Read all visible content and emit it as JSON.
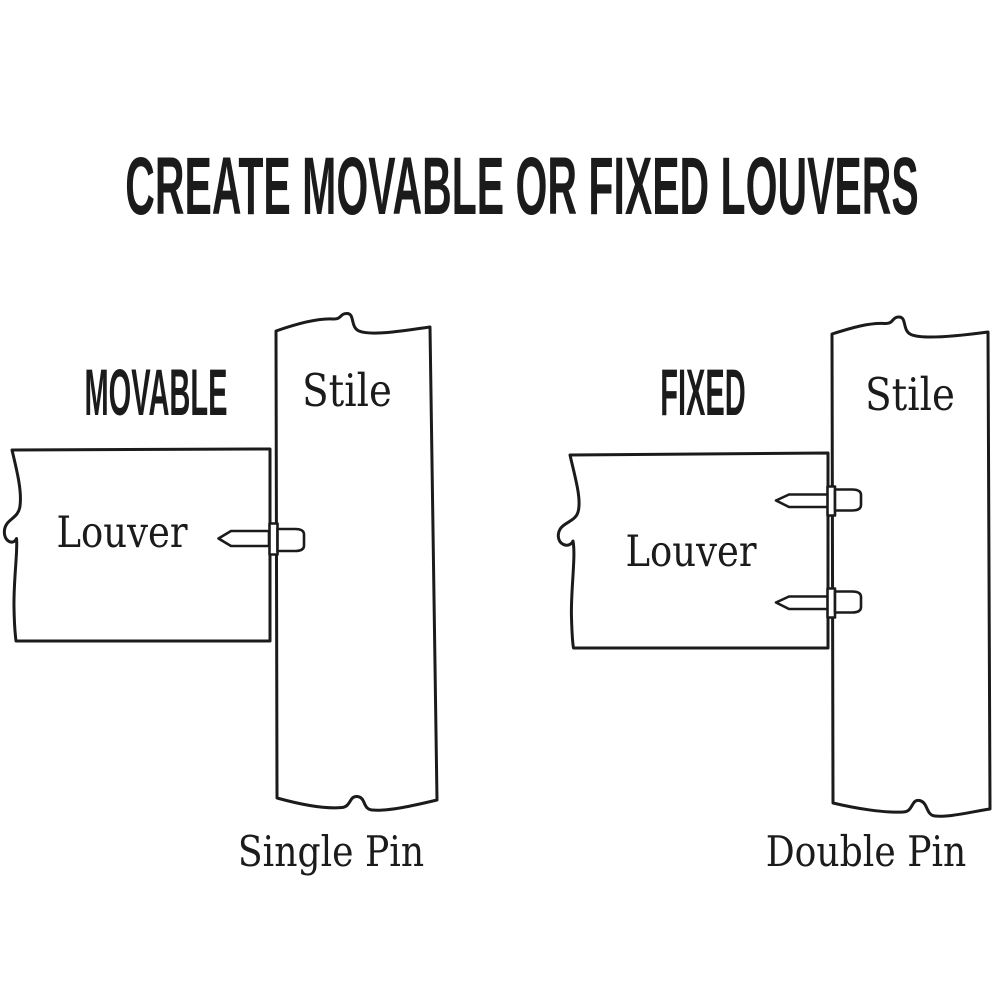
{
  "title": "CREATE MOVABLE OR FIXED LOUVERS",
  "colors": {
    "ink": "#1b1b1b",
    "background": "#ffffff"
  },
  "diagrams": [
    {
      "variant_label": "MOVABLE",
      "stile_label": "Stile",
      "louver_label": "Louver",
      "caption": "Single Pin",
      "pin_count": 1
    },
    {
      "variant_label": "FIXED",
      "stile_label": "Stile",
      "louver_label": "Louver",
      "caption": "Double Pin",
      "pin_count": 2
    }
  ]
}
